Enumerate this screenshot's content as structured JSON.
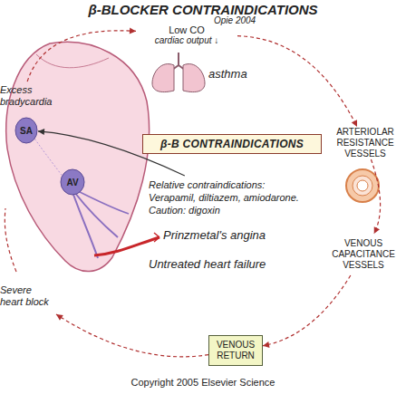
{
  "diagram": {
    "title": "β-BLOCKER CONTRAINDICATIONS",
    "caption": "Copyright 2005 Elsevier Science",
    "nodes": [
      {
        "text": [
          "β-B CONTRAINDICATIONS"
        ]
      },
      {
        "text": [
          "Low CO",
          "cardiac output ↓"
        ]
      },
      {
        "text": [
          "ARTERIOLAR RESISTANCE VESSELS"
        ]
      },
      {
        "text": [
          "VENOUS CAPACITANCE VESSELS"
        ]
      },
      {
        "text": [
          "VENOUS RETURN"
        ]
      },
      {
        "text": [
          "Severe heart block"
        ]
      },
      {
        "text": [
          "Excess bradycardia"
        ]
      },
      {
        "text": [
          "SA"
        ]
      },
      {
        "text": [
          "AV"
        ]
      },
      {
        "text": [
          "Relative contraindications: Verapamil, diltiazem, amiodarone. Caution: digoxin"
        ]
      }
    ],
    "edges": [
      {
        "from": 1,
        "to": 2,
        "arrow": "to"
      },
      {
        "from": 2,
        "to": 3,
        "arrow": "to"
      },
      {
        "from": 3,
        "to": 4,
        "arrow": "to"
      },
      {
        "from": 4,
        "to": 5,
        "arrow": "to"
      },
      {
        "from": 6,
        "to": 1,
        "arrow": "to"
      },
      {
        "from": 9,
        "to": 7,
        "arrow": "to"
      }
    ],
    "labels": [
      "Opie 2004",
      "asthma",
      "Prinzmetal's angina",
      "Untreated heart failure"
    ]
  }
}
